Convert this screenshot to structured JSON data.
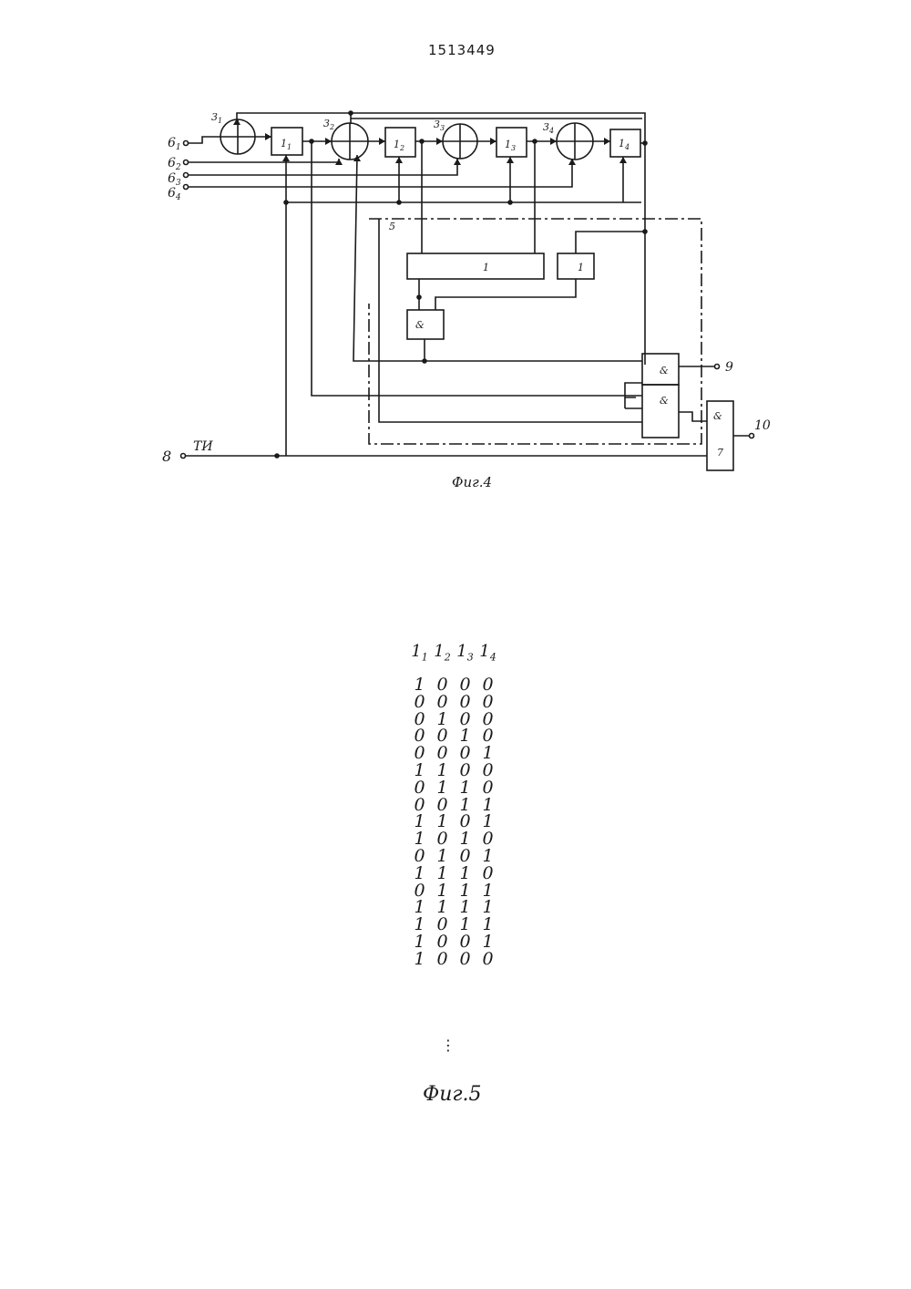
{
  "page_number": "1513449",
  "figure4": {
    "caption": "Фиг.4",
    "adder_labels": [
      "3",
      "3",
      "3",
      "3"
    ],
    "adder_subs": [
      "1",
      "2",
      "3",
      "4"
    ],
    "register_label": "1",
    "register_subs": [
      "1",
      "2",
      "3",
      "4"
    ],
    "input_labels": [
      "6",
      "6",
      "6",
      "6"
    ],
    "input_subs": [
      "1",
      "2",
      "3",
      "4"
    ],
    "block5_label": "5",
    "big_gate_label": "1",
    "small_gate_label": "1",
    "and_gate_label": "&",
    "out_and_label": "&",
    "out_or_label": "&",
    "final_and_label": "&",
    "final_delay_label": "7",
    "clock_terminal": "8",
    "clock_label": "ТИ",
    "output9": "9",
    "output10": "10"
  },
  "figure5": {
    "caption": "Фиг.5",
    "column_headers": [
      {
        "main": "1",
        "sub": "1"
      },
      {
        "main": "1",
        "sub": "2"
      },
      {
        "main": "1",
        "sub": "3"
      },
      {
        "main": "1",
        "sub": "4"
      }
    ],
    "rows": [
      [
        "1",
        "0",
        "0",
        "0"
      ],
      [
        "0",
        "0",
        "0",
        "0"
      ],
      [
        "0",
        "1",
        "0",
        "0"
      ],
      [
        "0",
        "0",
        "1",
        "0"
      ],
      [
        "0",
        "0",
        "0",
        "1"
      ],
      [
        "1",
        "1",
        "0",
        "0"
      ],
      [
        "0",
        "1",
        "1",
        "0"
      ],
      [
        "0",
        "0",
        "1",
        "1"
      ],
      [
        "1",
        "1",
        "0",
        "1"
      ],
      [
        "1",
        "0",
        "1",
        "0"
      ],
      [
        "0",
        "1",
        "0",
        "1"
      ],
      [
        "1",
        "1",
        "1",
        "0"
      ],
      [
        "0",
        "1",
        "1",
        "1"
      ],
      [
        "1",
        "1",
        "1",
        "1"
      ],
      [
        "1",
        "0",
        "1",
        "1"
      ],
      [
        "1",
        "0",
        "0",
        "1"
      ],
      [
        "1",
        "0",
        "0",
        "0"
      ]
    ],
    "ellipsis": "⋮"
  }
}
